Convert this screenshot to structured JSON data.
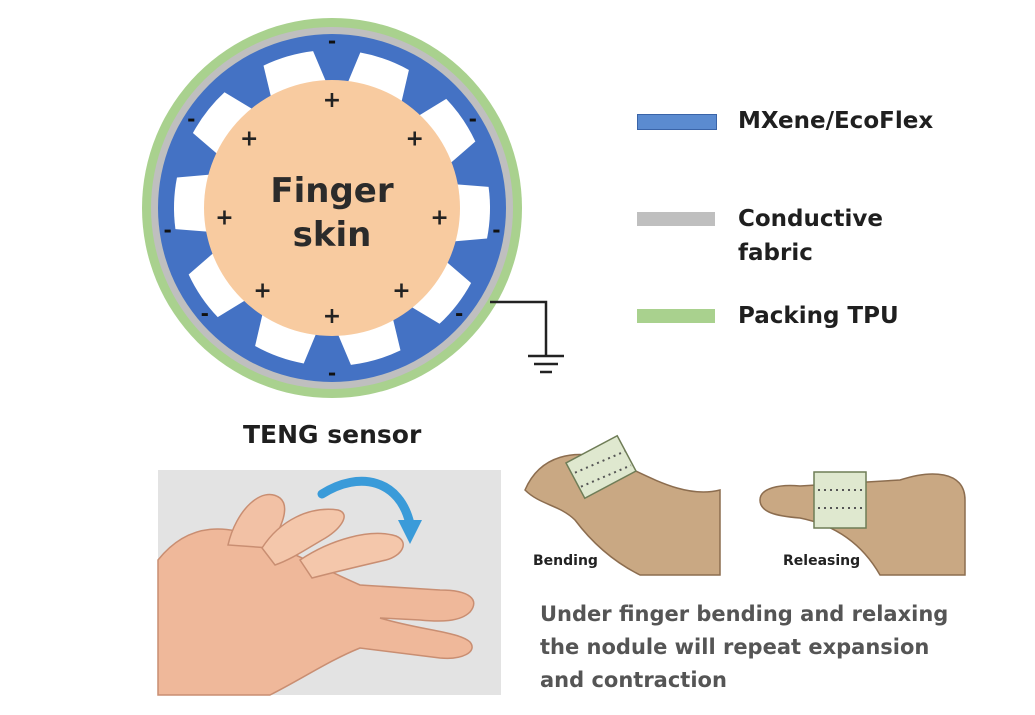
{
  "cross_section": {
    "center_label_line1": "Finger",
    "center_label_line2": "skin",
    "positive_sign": "+",
    "negative_sign": "-",
    "caption": "TENG sensor"
  },
  "legend": {
    "items": [
      {
        "label": "MXene/EcoFlex",
        "color": "#4472c4"
      },
      {
        "label": "Conductive fabric",
        "line1": "Conductive",
        "line2": "fabric",
        "color": "#bfbfbf"
      },
      {
        "label": "Packing TPU",
        "color": "#a9d18e"
      }
    ]
  },
  "bending_panel": {
    "bending_label": "Bending",
    "releasing_label": "Releasing"
  },
  "description": {
    "line1": "Under finger bending and relaxing",
    "line2": "the nodule will repeat expansion",
    "line3": "and contraction"
  },
  "colors": {
    "mxene": "#4472c4",
    "fabric": "#bfbfbf",
    "tpu": "#a9d18e",
    "skin": "#f8cba0",
    "arrow": "#3a9bd9"
  }
}
